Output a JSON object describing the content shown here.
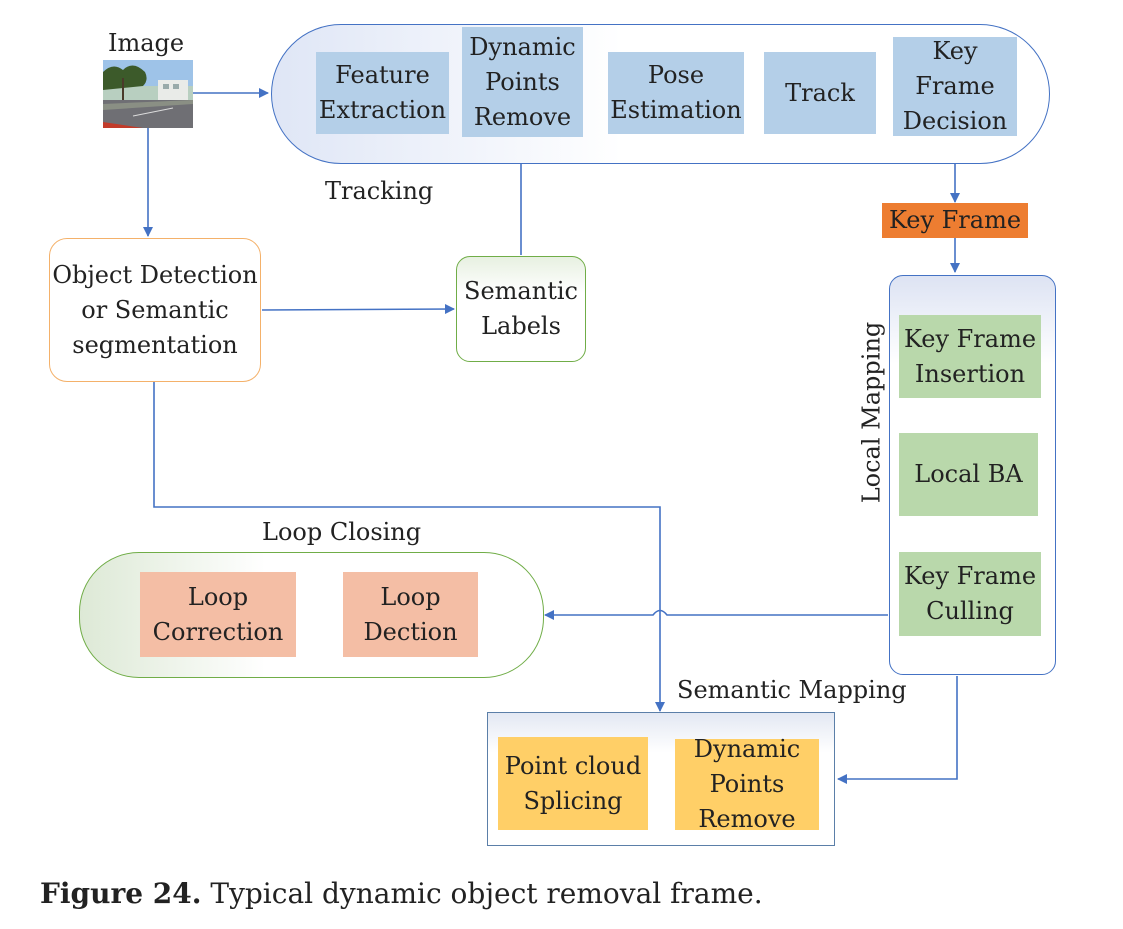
{
  "image_label": "Image",
  "tracking": {
    "label": "Tracking",
    "steps": [
      "Feature\nExtraction",
      "Dynamic\nPoints\nRemove",
      "Pose\nEstimation",
      "Track",
      "Key\nFrame\nDecision"
    ]
  },
  "key_frame": "Key Frame",
  "object_detection": "Object Detection\nor Semantic\nsegmentation",
  "semantic_labels": "Semantic\nLabels",
  "local_mapping": {
    "label": "Local Mapping",
    "steps": [
      "Key Frame\nInsertion",
      "Local BA",
      "Key Frame\nCulling"
    ]
  },
  "loop_closing": {
    "label": "Loop Closing",
    "steps": [
      "Loop\nCorrection",
      "Loop\nDection"
    ]
  },
  "semantic_mapping": {
    "label": "Semantic Mapping",
    "steps": [
      "Point cloud\nSplicing",
      "Dynamic\nPoints\nRemove"
    ]
  },
  "caption": {
    "figure": "Figure 24.",
    "text": "Typical dynamic object removal frame."
  },
  "colors": {
    "arrow": "#4472c4",
    "tracking_step": "#b4cfe8",
    "key_frame": "#ed7d31",
    "local_step": "#b9d8ab",
    "loop_step": "#f4bea5",
    "semantic_step": "#ffcf67"
  }
}
